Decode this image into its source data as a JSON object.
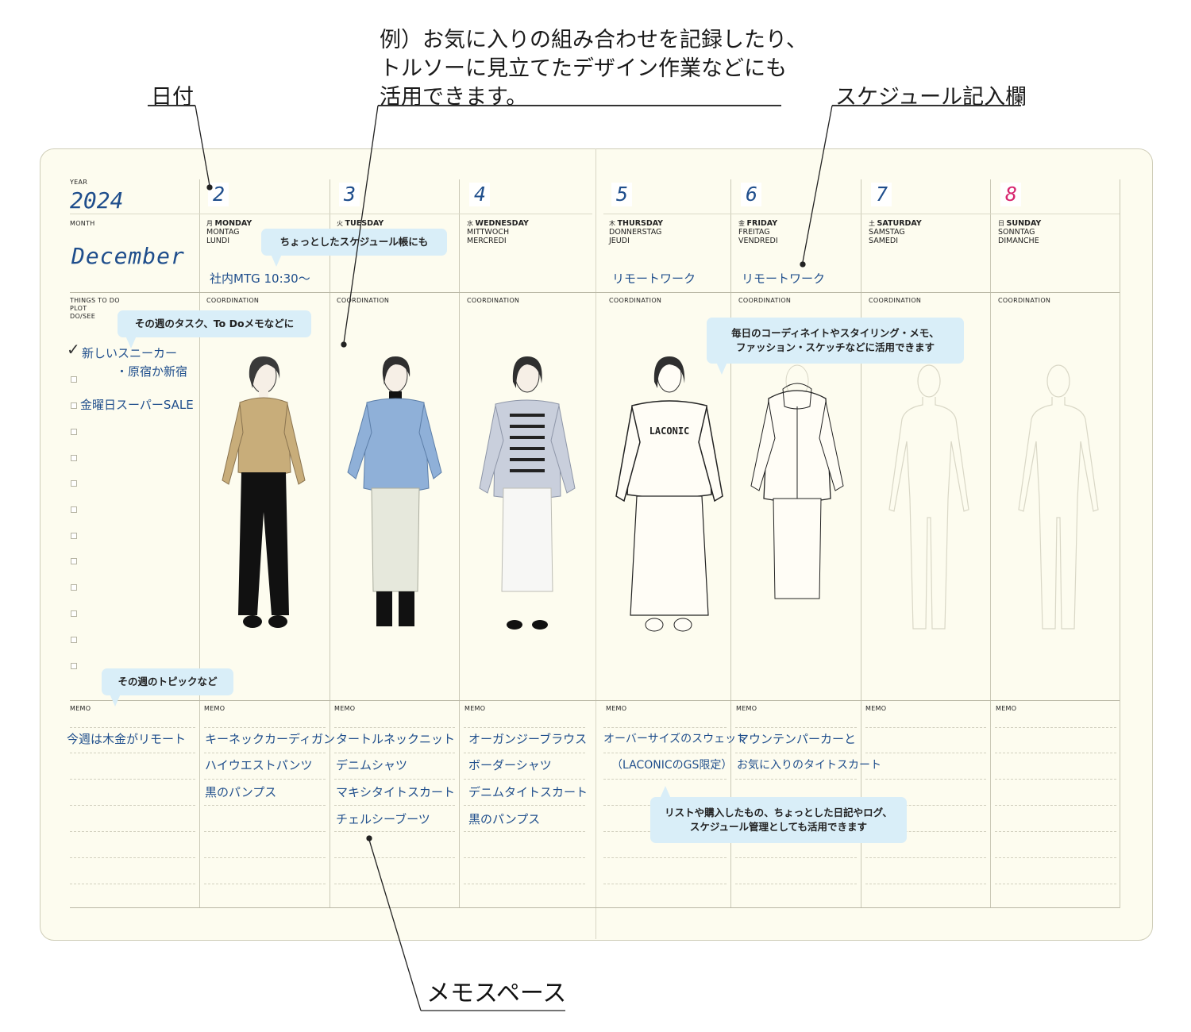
{
  "callouts": {
    "date": "日付",
    "example_line1": "例）お気に入りの組み合わせを記録したり、",
    "example_line2": "トルソーに見立てたデザイン作業などにも",
    "example_line3": "活用できます。",
    "schedule": "スケジュール記入欄",
    "memo_space": "メモスペース"
  },
  "planner": {
    "year_label": "YEAR",
    "year": "2024",
    "month_label": "MONTH",
    "month": "December",
    "things_to_do_label": [
      "THINGS TO DO",
      "PLOT",
      "DO/SEE"
    ],
    "coordination_label": "COORDINATION",
    "memo_label": "MEMO",
    "todo": {
      "item1": "新しいスニーカー",
      "item1b": "・原宿か新宿",
      "item2": "金曜日スーパーSALE",
      "check_mark": "✓"
    },
    "week_memo": "今週は木金がリモート",
    "days": [
      {
        "date": "2",
        "jp": "月",
        "en": "MONDAY",
        "de": "MONTAG",
        "fr": "LUNDI",
        "schedule": "社内MTG 10:30〜",
        "memo": [
          "キーネックカーディガン",
          "ハイウエストパンツ",
          "黒のパンプス"
        ]
      },
      {
        "date": "3",
        "jp": "火",
        "en": "TUESDAY",
        "de": "",
        "fr": "",
        "schedule": "",
        "memo": [
          "タートルネックニット",
          "デニムシャツ",
          "マキシタイトスカート",
          "チェルシーブーツ"
        ]
      },
      {
        "date": "4",
        "jp": "水",
        "en": "WEDNESDAY",
        "de": "MITTWOCH",
        "fr": "MERCREDI",
        "schedule": "",
        "memo": [
          "オーガンジーブラウス",
          "ボーダーシャツ",
          "デニムタイトスカート",
          "黒のパンプス"
        ]
      },
      {
        "date": "5",
        "jp": "木",
        "en": "THURSDAY",
        "de": "DONNERSTAG",
        "fr": "JEUDI",
        "schedule": "リモートワーク",
        "memo": [
          "オーバーサイズのスウェット",
          "（LACONICのGS限定）"
        ]
      },
      {
        "date": "6",
        "jp": "金",
        "en": "FRIDAY",
        "de": "FREITAG",
        "fr": "VENDREDI",
        "schedule": "リモートワーク",
        "memo": [
          "マウンテンパーカーと",
          "お気に入りのタイトスカート"
        ]
      },
      {
        "date": "7",
        "jp": "土",
        "en": "SATURDAY",
        "de": "SAMSTAG",
        "fr": "SAMEDI",
        "schedule": "",
        "memo": []
      },
      {
        "date": "8",
        "jp": "日",
        "en": "SUNDAY",
        "de": "SONNTAG",
        "fr": "DIMANCHE",
        "schedule": "",
        "memo": []
      }
    ],
    "sweatshirt_print": "LACONIC"
  },
  "bubbles": {
    "schedule_tip": "ちょっとしたスケジュール帳にも",
    "task_tip": "その週のタスク、To Doメモなどに",
    "coordination_tip_1": "毎日のコーディネイトやスタイリング・メモ、",
    "coordination_tip_2": "ファッション・スケッチなどに活用できます",
    "topic_tip": "その週のトピックなど",
    "memo_tip_1": "リストや購入したもの、ちょっとした日記やログ、",
    "memo_tip_2": "スケジュール管理としても活用できます"
  },
  "colors": {
    "ink_blue": "#1f4e8c",
    "sunday_pink": "#d7266f",
    "paper": "#fdfcef",
    "bubble": "#d9eef8"
  }
}
